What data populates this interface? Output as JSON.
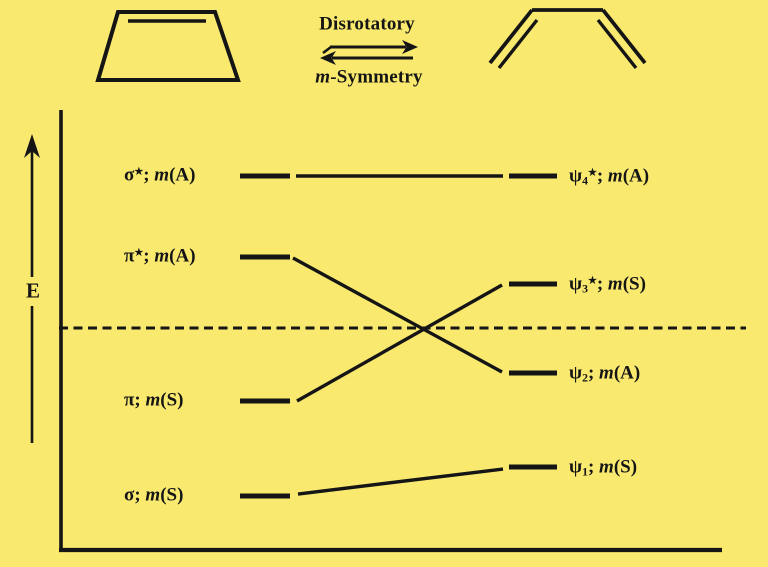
{
  "canvas": {
    "background": "#f9e96f",
    "ink": "#151515"
  },
  "header": {
    "reactant_icon": "cyclobutene-structure",
    "product_icon": "butadiene-structure",
    "forward_label": "Disrotatory",
    "reverse_label_m": "m",
    "reverse_label_rest": "-Symmetry"
  },
  "axis": {
    "energy_label": "E"
  },
  "levels": {
    "left": [
      {
        "name": "sigma-star",
        "symbol": "σ",
        "sub": "",
        "star": "★",
        "sep": "; ",
        "m": "m",
        "parity": "(A)"
      },
      {
        "name": "pi-star",
        "symbol": "π",
        "sub": "",
        "star": "★",
        "sep": "; ",
        "m": "m",
        "parity": "(A)"
      },
      {
        "name": "pi",
        "symbol": "π",
        "sub": "",
        "star": "",
        "sep": "; ",
        "m": "m",
        "parity": "(S)"
      },
      {
        "name": "sigma",
        "symbol": "σ",
        "sub": "",
        "star": "",
        "sep": "; ",
        "m": "m",
        "parity": "(S)"
      }
    ],
    "right": [
      {
        "name": "psi4-star",
        "symbol": "ψ",
        "sub": "4",
        "star": "★",
        "sep": "; ",
        "m": "m",
        "parity": "(A)"
      },
      {
        "name": "psi3-star",
        "symbol": "ψ",
        "sub": "3",
        "star": "★",
        "sep": "; ",
        "m": "m",
        "parity": "(S)"
      },
      {
        "name": "psi2",
        "symbol": "ψ",
        "sub": "2",
        "star": "",
        "sep": "; ",
        "m": "m",
        "parity": "(A)"
      },
      {
        "name": "psi1",
        "symbol": "ψ",
        "sub": "1",
        "star": "",
        "sep": "; ",
        "m": "m",
        "parity": "(S)"
      }
    ]
  },
  "correlations": [
    {
      "from": "σ*",
      "to": "ψ4*"
    },
    {
      "from": "π*",
      "to": "ψ2"
    },
    {
      "from": "π",
      "to": "ψ3*"
    },
    {
      "from": "σ",
      "to": "ψ1"
    }
  ]
}
